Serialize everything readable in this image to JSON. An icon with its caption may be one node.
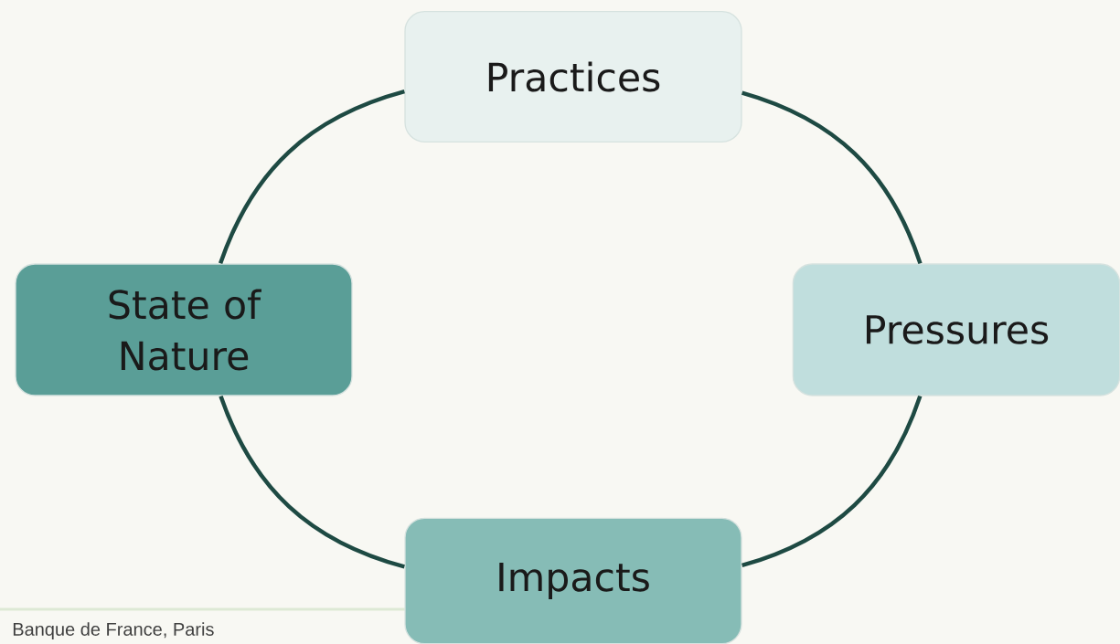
{
  "diagram": {
    "nodes": [
      {
        "text": [
          "Practices"
        ]
      },
      {
        "text": [
          "State of Nature"
        ]
      },
      {
        "text": [
          "Pressures"
        ]
      },
      {
        "text": [
          "Impacts"
        ]
      }
    ],
    "edges": [
      {
        "from": 0,
        "to": 2,
        "arrow": "none"
      },
      {
        "from": 2,
        "to": 3,
        "arrow": "none"
      },
      {
        "from": 3,
        "to": 1,
        "arrow": "none"
      },
      {
        "from": 1,
        "to": 0,
        "arrow": "none"
      }
    ],
    "labels": [
      "Banque de France, Paris"
    ]
  }
}
